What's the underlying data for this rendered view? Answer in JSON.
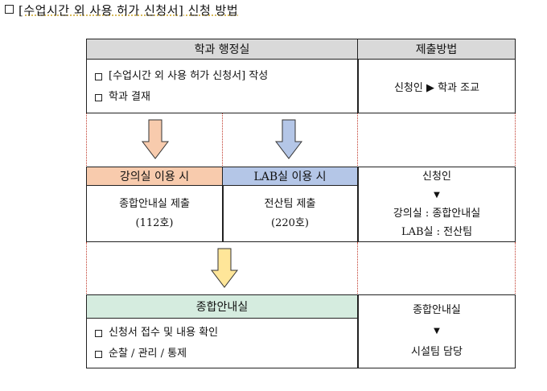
{
  "title": "[수업시간 외 사용 허가 신청서] 신청 방법",
  "section1": {
    "header_left": "학과 행정실",
    "header_right": "제출방법",
    "items": [
      "[수업시간 외 사용 허가 신청서] 작성",
      "학과 결재"
    ],
    "right_text": "신청인 ▶ 학과 조교"
  },
  "section2": {
    "left_header": "강의실 이용 시",
    "mid_header": "LAB실 이용 시",
    "left_line1": "종합안내실 제출",
    "left_line2": "(112호)",
    "mid_line1": "전산팀 제출",
    "mid_line2": "(220호)",
    "right_top": "신청인",
    "right_arrow": "▼",
    "right_line1": "강의실 : 종합안내실",
    "right_line2": "LAB실 : 전산팀"
  },
  "section3": {
    "header_left": "종합안내실",
    "items": [
      "신청서 접수 및 내용 확인",
      "순찰 / 관리 / 통제"
    ],
    "right_top": "종합안내실",
    "right_arrow": "▼",
    "right_bottom": "시설팀 담당"
  },
  "colors": {
    "grey_header": "#d9d9d9",
    "orange_header": "#f8cbad",
    "blue_header": "#b4c6e7",
    "green_header": "#d5ecdf",
    "arrow_orange": "#f8cbad",
    "arrow_blue": "#b4c6e7",
    "arrow_yellow": "#ffe699"
  }
}
